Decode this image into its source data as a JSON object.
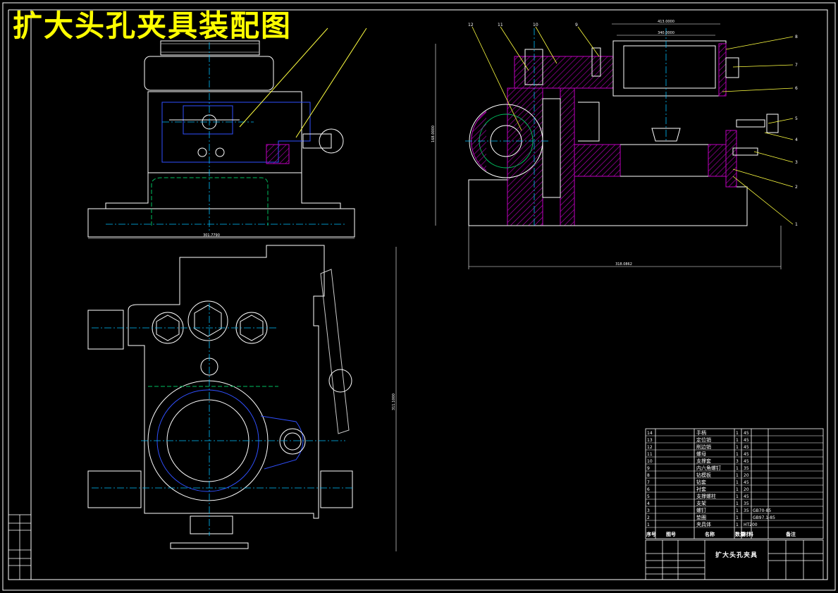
{
  "drawing": {
    "title": "扩大头孔夹具装配图",
    "title_block_name": "扩大头孔夹具"
  },
  "dimensions": {
    "front_width": "301.7790",
    "side_width_top": "413.0000",
    "side_inner_width": "340.0000",
    "side_height": "168.0000",
    "side_total_width": "318.0862",
    "plan_height": "311.1000"
  },
  "balloons": [
    "12",
    "11",
    "10",
    "9",
    "8",
    "7",
    "6",
    "5",
    "4",
    "3",
    "2",
    "1"
  ],
  "bom": {
    "header": {
      "seq": "序号",
      "code": "图号",
      "name": "名称",
      "qty": "数量",
      "material": "材料",
      "remark": "备注"
    },
    "rows": [
      {
        "seq": "14",
        "name": "手柄",
        "qty": "1",
        "material": "45",
        "remark": ""
      },
      {
        "seq": "13",
        "name": "定位销",
        "qty": "1",
        "material": "45",
        "remark": ""
      },
      {
        "seq": "12",
        "name": "削边销",
        "qty": "1",
        "material": "45",
        "remark": ""
      },
      {
        "seq": "11",
        "name": "螺母",
        "qty": "1",
        "material": "45",
        "remark": ""
      },
      {
        "seq": "10",
        "name": "支撑套",
        "qty": "3",
        "material": "45",
        "remark": ""
      },
      {
        "seq": "9",
        "name": "内六角螺钉",
        "qty": "1",
        "material": "35",
        "remark": ""
      },
      {
        "seq": "8",
        "name": "钻模板",
        "qty": "1",
        "material": "20",
        "remark": ""
      },
      {
        "seq": "7",
        "name": "钻套",
        "qty": "1",
        "material": "45",
        "remark": ""
      },
      {
        "seq": "6",
        "name": "衬套",
        "qty": "1",
        "material": "20",
        "remark": ""
      },
      {
        "seq": "5",
        "name": "支撑螺柱",
        "qty": "1",
        "material": "45",
        "remark": ""
      },
      {
        "seq": "4",
        "name": "支架",
        "qty": "1",
        "material": "35",
        "remark": ""
      },
      {
        "seq": "3",
        "name": "螺钉",
        "qty": "1",
        "material": "35",
        "remark": "GB70-85"
      },
      {
        "seq": "2",
        "name": "垫圈",
        "qty": "1",
        "material": "",
        "remark": "GB97.1-85"
      },
      {
        "seq": "1",
        "name": "夹具体",
        "qty": "1",
        "material": "HT200",
        "remark": ""
      }
    ]
  }
}
